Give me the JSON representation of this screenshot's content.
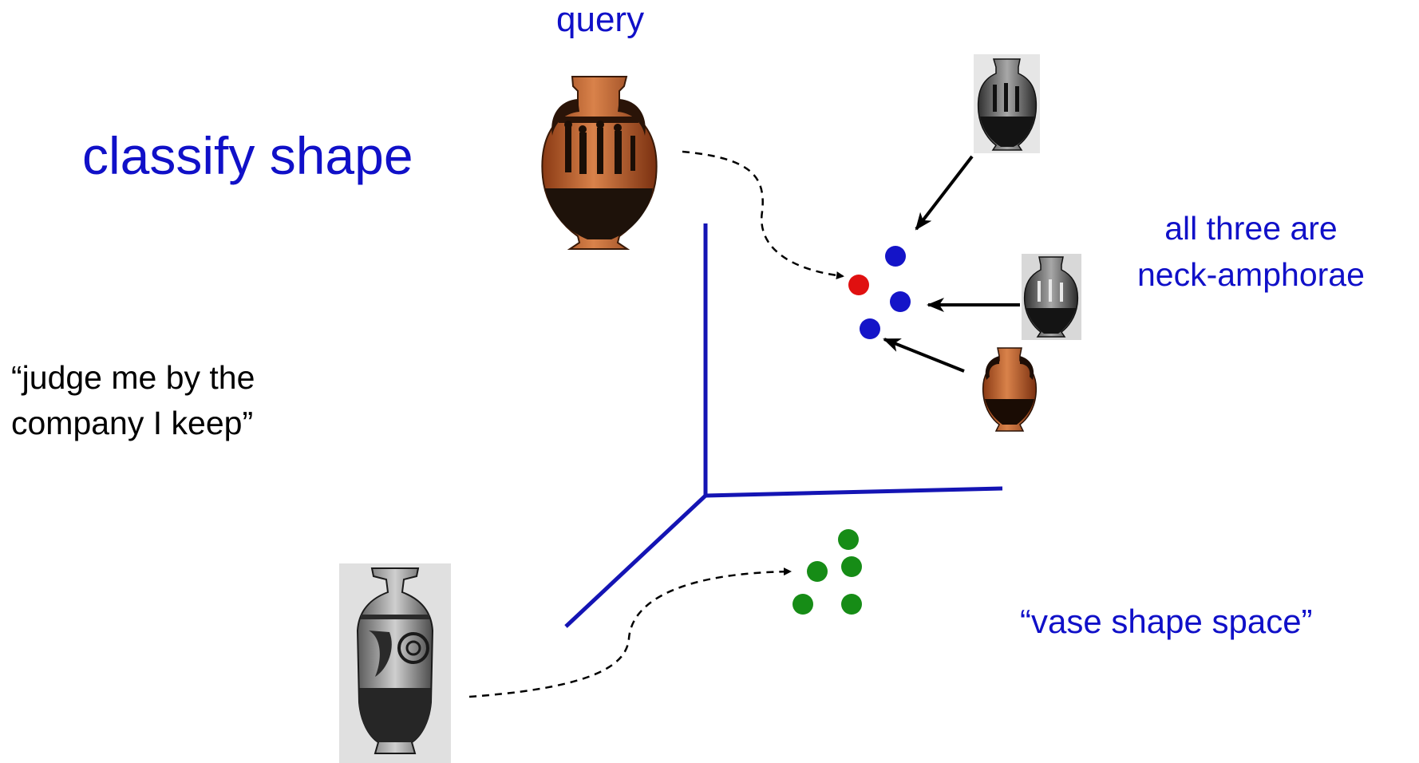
{
  "title": "classify shape",
  "query_label": "query",
  "quote": [
    "“judge me by the",
    "company I keep”"
  ],
  "neighbors_label": [
    "all three are",
    "neck-amphorae"
  ],
  "space_label": "“vase shape space”",
  "colors": {
    "text_blue": "#1010c8",
    "axis": "#1414b4",
    "query_point": "#e01010",
    "neighbor_point": "#1414c8",
    "other_point": "#168c16"
  },
  "images": [
    "query-amphora-image",
    "neighbor-amphora-bw-top",
    "neighbor-amphora-bw-middle",
    "neighbor-amphora-color-bottom",
    "lekythos-image"
  ]
}
